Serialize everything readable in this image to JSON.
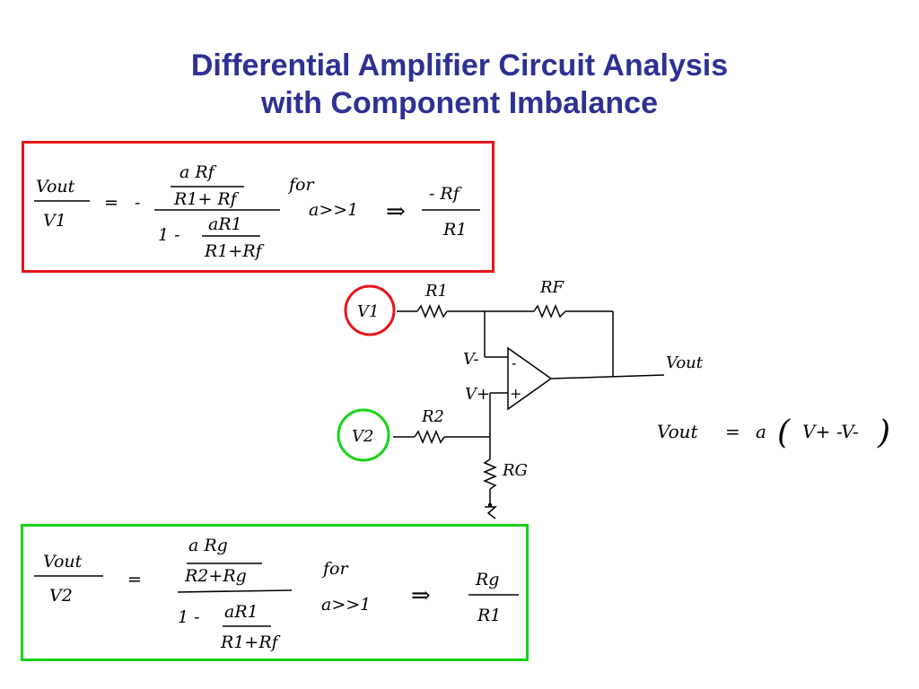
{
  "title": {
    "line1": "Differential Amplifier Circuit Analysis",
    "line2": "with Component Imbalance",
    "color": "#2e3192"
  },
  "colors": {
    "red_box": "#e8141b",
    "green_box": "#18d318",
    "ink": "#000000"
  },
  "equation_v1": {
    "lhs_num": "Vout",
    "lhs_den": "V1",
    "eq": "=",
    "minus": "-",
    "top_num": "a Rf",
    "top_den": "R1+ Rf",
    "bottom_one": "1 -",
    "bottom_num": "aR1",
    "bottom_den": "R1+Rf",
    "for": "for",
    "cond": "a>>1",
    "implies": "⇒",
    "result_sign": "-",
    "result_num": "Rf",
    "result_den": "R1"
  },
  "circuit": {
    "v1": "V1",
    "v2": "V2",
    "r1": "R1",
    "rf": "RF",
    "r2": "R2",
    "rg": "RG",
    "vminus": "V-",
    "vplus": "V+",
    "minus_in": "-",
    "plus_in": "+",
    "vout": "Vout"
  },
  "gain_equation": {
    "lhs": "Vout",
    "eq": "=",
    "a": "a",
    "open": "(",
    "vp": "V+",
    "op": "-V-",
    "close": ")"
  },
  "equation_v2": {
    "lhs_num": "Vout",
    "lhs_den": "V2",
    "eq": "=",
    "top_num": "a Rg",
    "top_den": "R2+Rg",
    "bottom_one": "1 -",
    "bottom_num": "aR1",
    "bottom_den": "R1+Rf",
    "for": "for",
    "cond": "a>>1",
    "implies": "⇒",
    "result_num": "Rg",
    "result_den": "R1"
  }
}
